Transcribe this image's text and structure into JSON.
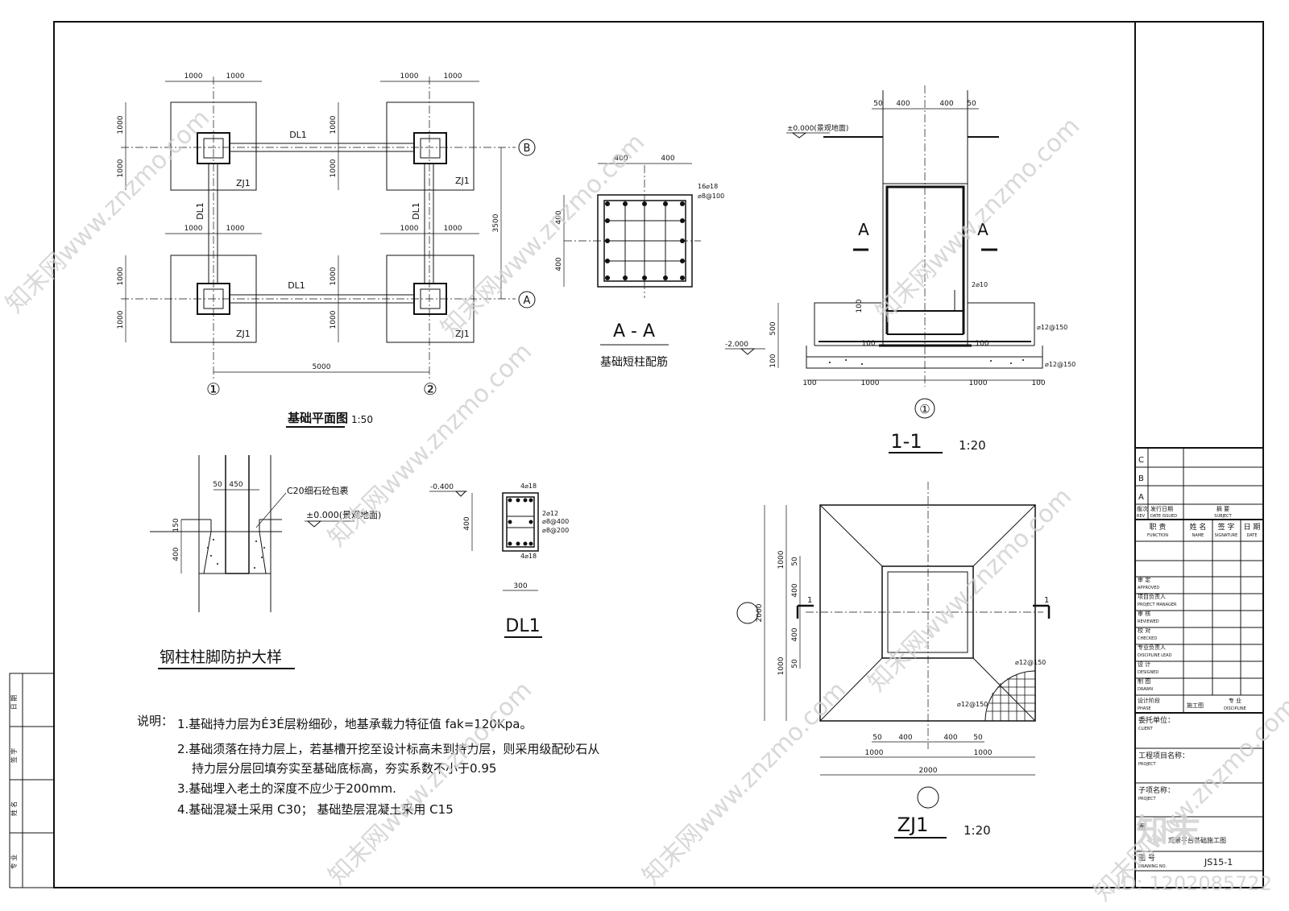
{
  "watermark": {
    "site": "知末网www.znzmo.com",
    "logo": "知末",
    "id": "ID: 1202085722"
  },
  "plan": {
    "title": "基础平面图",
    "scale": "1:50",
    "dim_1000": "1000",
    "dim_3500": "3500",
    "dim_5000": "5000",
    "beam": "DL1",
    "footing": "ZJ1",
    "axis_a": "A",
    "axis_b": "B",
    "axis_1": "①",
    "axis_2": "②"
  },
  "section_aa": {
    "title": "A - A",
    "subtitle": "基础短柱配筋",
    "dim_400": "400",
    "rebar_main": "16⌀18",
    "rebar_tie": "⌀8@100"
  },
  "section_11": {
    "title": "1-1",
    "scale": "1:20",
    "cut_a": "A",
    "elev_top": "±0.000(景观地面)",
    "elev_bottom": "-2.000",
    "dims": {
      "d50": "50",
      "d400": "400",
      "d500": "500",
      "d100": "100",
      "d1000": "1000"
    },
    "rebar_2": "2⌀10",
    "rebar_slab": "⌀12@150",
    "axis": "①"
  },
  "steel_detail": {
    "title": "钢柱柱脚防护大样",
    "note_conc": "C20细石砼包裹",
    "elev": "±0.000(景观地面)",
    "d50": "50",
    "d450": "450",
    "d150": "150",
    "d400": "400"
  },
  "dl1": {
    "title": "DL1",
    "elev": "-0.400",
    "rebar_top": "4⌀18",
    "rebar_mid": "2⌀12",
    "stirrup1": "⌀8@400",
    "stirrup2": "⌀8@200",
    "rebar_bot": "4⌀18",
    "d400": "400",
    "d300": "300"
  },
  "zj1": {
    "title": "ZJ1",
    "scale": "1:20",
    "d1000": "1000",
    "d2000": "2000",
    "d50": "50",
    "d400": "400",
    "rebar": "⌀12@150",
    "cut": "1"
  },
  "notes": {
    "label": "说明：",
    "n1": "1.基础持力层为É3É层粉细砂，地基承载力特征值 fak=120Kpa。",
    "n2a": "2.基础须落在持力层上，若基槽开挖至设计标高未到持力层，则采用级配砂石从",
    "n2b": "持力层分层回填夯实至基础底标高，夯实系数不小于0.95",
    "n3": "3.基础埋入老土的深度不应少于200mm.",
    "n4": "4.基础混凝土采用 C30；  基础垫层混凝土采用 C15"
  },
  "title_block": {
    "rev_c": "C",
    "rev_b": "B",
    "rev_a": "A",
    "rev_no": "版次",
    "rev_no_en": "REV",
    "issue_date": "发行日期",
    "issue_date_en": "DATE ISSUED",
    "subject": "摘  要",
    "subject_en": "SUBJECT",
    "func": "职 责",
    "func_en": "FUNCTION",
    "name": "姓 名",
    "name_en": "NAME",
    "sign": "签 字",
    "sign_en": "SIGNATURE",
    "date": "日 期",
    "date_en": "DATE",
    "approved": "审  定",
    "approved_en": "APPROVED",
    "pm": "项目负责人",
    "pm_en": "PROJECT MANAGER",
    "reviewed": "审  核",
    "reviewed_en": "REVIEWED",
    "checked": "校  对",
    "checked_en": "CHECKED",
    "lead": "专业负责人",
    "lead_en": "DISCIPLINE LEAD",
    "designed": "设  计",
    "designed_en": "DESIGNED",
    "drawn": "制  图",
    "drawn_en": "DRAWN",
    "phase": "设计阶段",
    "phase_en": "PHASE",
    "phase_val": "施工图",
    "discipline": "专  业",
    "discipline_en": "DISCIPLINE",
    "client": "委托单位：",
    "client_en": "CLIENT",
    "project": "工程项目名称：",
    "project_en": "PROJECT",
    "subproject": "子项名称：",
    "subproject_en": "PROJECT",
    "drawing_title": "图",
    "drawing_title_val": "观景平台基础施工图",
    "drawing_no": "图  号",
    "drawing_no_en": "DRAWING NO.",
    "drawing_no_val": "JS15-1"
  },
  "left_strip": {
    "l1": "日 期",
    "l2": "签 字",
    "l3": "姓 名",
    "l4": "专 业"
  }
}
